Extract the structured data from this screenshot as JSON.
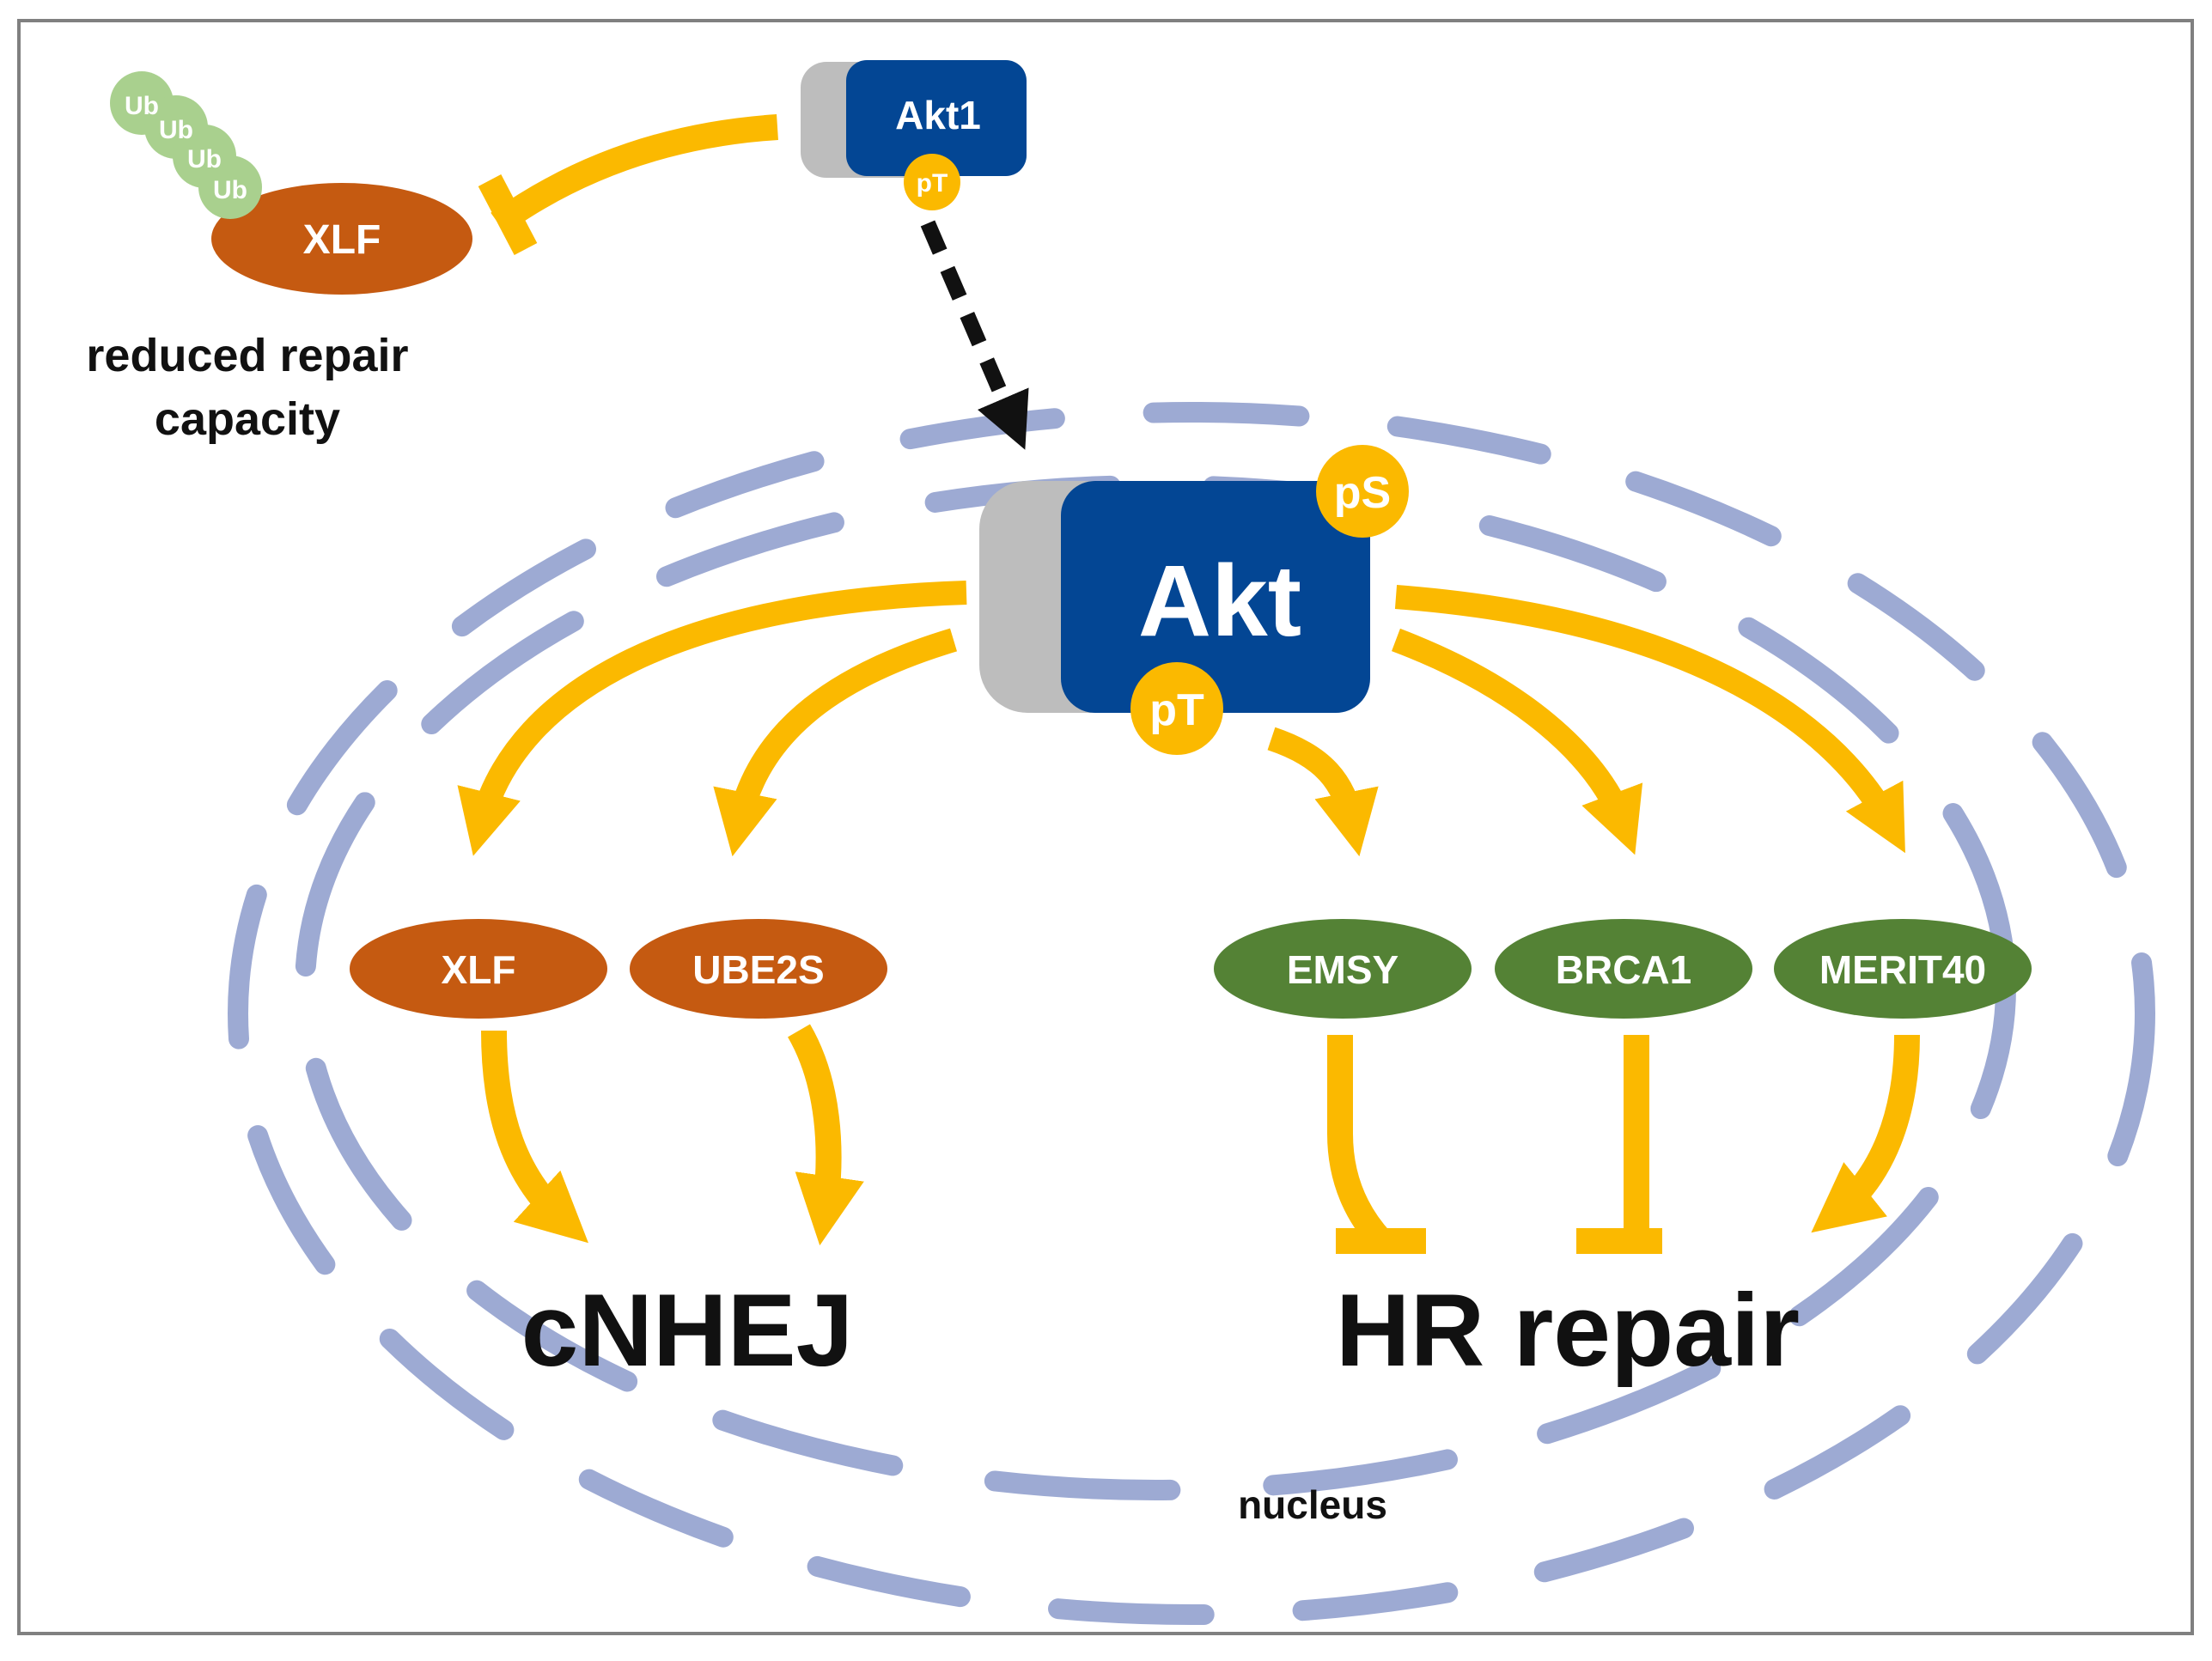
{
  "colors": {
    "arrow": "#FBB900",
    "kinase": "#034694",
    "kinase_shadow": "#BDBDBD",
    "cnhej_protein": "#C55A11",
    "hr_protein": "#548235",
    "ubiquitin": "#A9D08E",
    "nucleus_membrane": "#9DAAD3",
    "frame": "#808080",
    "text_dark": "#111111",
    "text_light": "#FFFFFF"
  },
  "cytoplasm": {
    "akt1_label": "Akt1",
    "akt1_phospho": "pT",
    "xlf_label": "XLF",
    "ubiquitin_labels": [
      "Ub",
      "Ub",
      "Ub",
      "Ub"
    ],
    "caption_line1": "reduced repair",
    "caption_line2": "capacity"
  },
  "nucleus": {
    "label": "nucleus",
    "akt_label": "Akt",
    "akt_phospho_s": "pS",
    "akt_phospho_t": "pT",
    "cnhej_proteins": [
      "XLF",
      "UBE2S"
    ],
    "hr_proteins": [
      "EMSY",
      "BRCA1",
      "MERIT40"
    ],
    "outcome_cnhej": "cNHEJ",
    "outcome_hr": "HR repair"
  }
}
